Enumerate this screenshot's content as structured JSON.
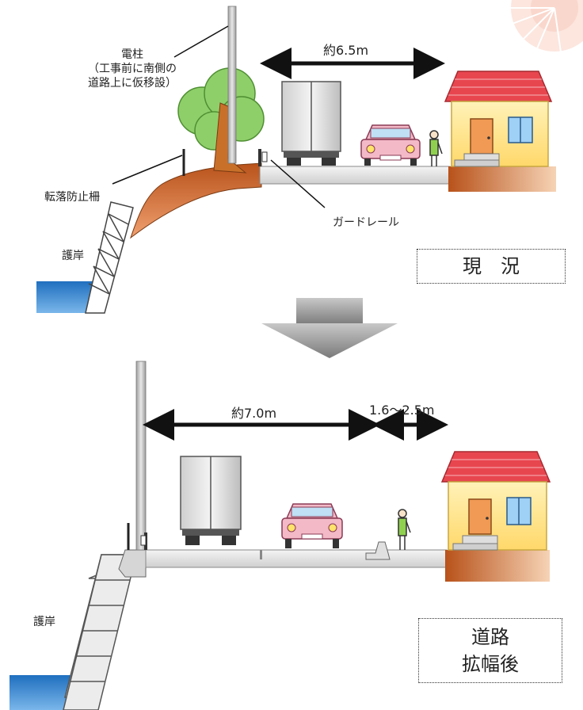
{
  "before": {
    "pole_label_line1": "電柱",
    "pole_label_line2": "（工事前に南側の",
    "pole_label_line3": "道路上に仮移設）",
    "width_label": "約6.5m",
    "fence_label": "転落防止柵",
    "guardrail_label": "ガードレール",
    "revetment_label": "護岸",
    "status_title": "現　況"
  },
  "after": {
    "road_width_label": "約7.0m",
    "sidewalk_width_label": "1.6～2.5m",
    "revetment_label": "護岸",
    "status_line1": "道路",
    "status_line2": "拡幅後"
  },
  "colors": {
    "water": "#1f6fbf",
    "road": "#e6e6e6",
    "roof": "#e8464f",
    "wall": "#ffe89a",
    "tree": "#8fcf6a",
    "soil": "#c9601f",
    "arrow": "#999999"
  },
  "icons": [
    "utility-pole-icon",
    "tree-icon",
    "truck-icon",
    "car-icon",
    "person-icon",
    "house-icon",
    "guardrail-icon",
    "arrow-down-icon"
  ]
}
